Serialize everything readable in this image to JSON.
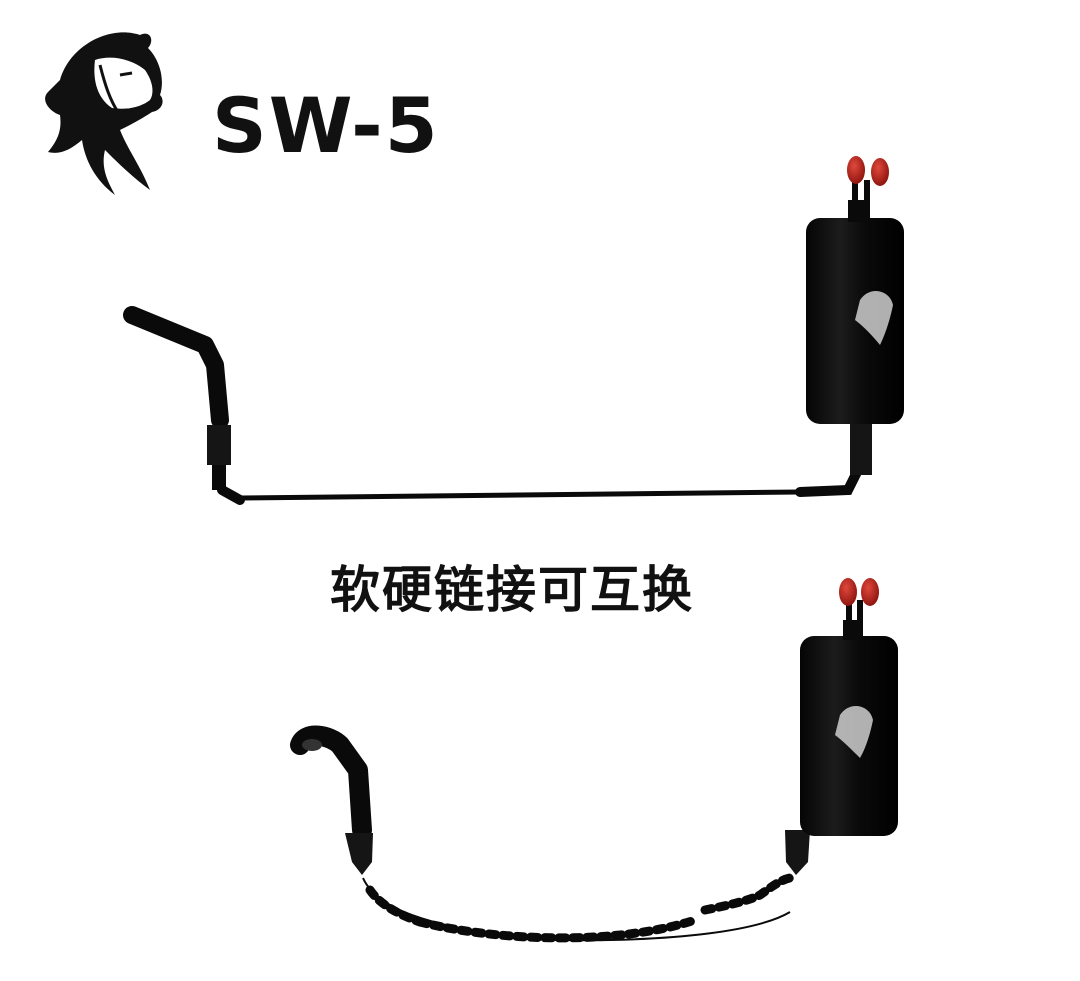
{
  "product": {
    "model": "SW-5",
    "caption": "软硬链接可互换",
    "logo": "lion-head-logo"
  },
  "colors": {
    "body": "#0a0a0a",
    "tip": "#c0221a",
    "background": "#ffffff",
    "logo_emblem": "#cfcfcf"
  },
  "items": [
    {
      "name": "swinger-rigid-arm",
      "arm_type": "rigid rod"
    },
    {
      "name": "swinger-chain-arm",
      "arm_type": "bead chain"
    }
  ]
}
